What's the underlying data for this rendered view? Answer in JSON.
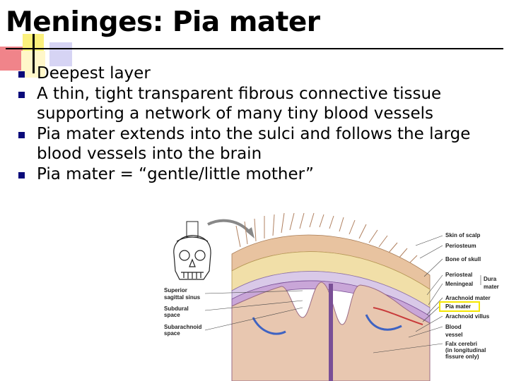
{
  "slide": {
    "title": "Meninges: Pia mater",
    "bullets": [
      "Deepest layer",
      "A thin, tight transparent fibrous connective tissue supporting a network of many tiny blood vessels",
      "Pia mater extends into the sulci and follows the large blood vessels into the brain",
      "Pia mater = “gentle/little mother”"
    ]
  },
  "figure": {
    "labels_right": [
      "Skin of scalp",
      "Periosteum",
      "Bone of skull",
      "Periosteal",
      "Meningeal",
      "Arachnoid mater",
      "Pia mater",
      "Arachnoid villus",
      "Blood",
      "vessel",
      "Falx cerebri",
      "(in longitudinal",
      "fissure only)"
    ],
    "dura_label": [
      "Dura",
      "mater"
    ],
    "labels_left": [
      "Superior",
      "sagittal sinus",
      "Subdural",
      "space",
      "Subarachnoid",
      "space"
    ],
    "highlight_color": "#f5e600"
  }
}
